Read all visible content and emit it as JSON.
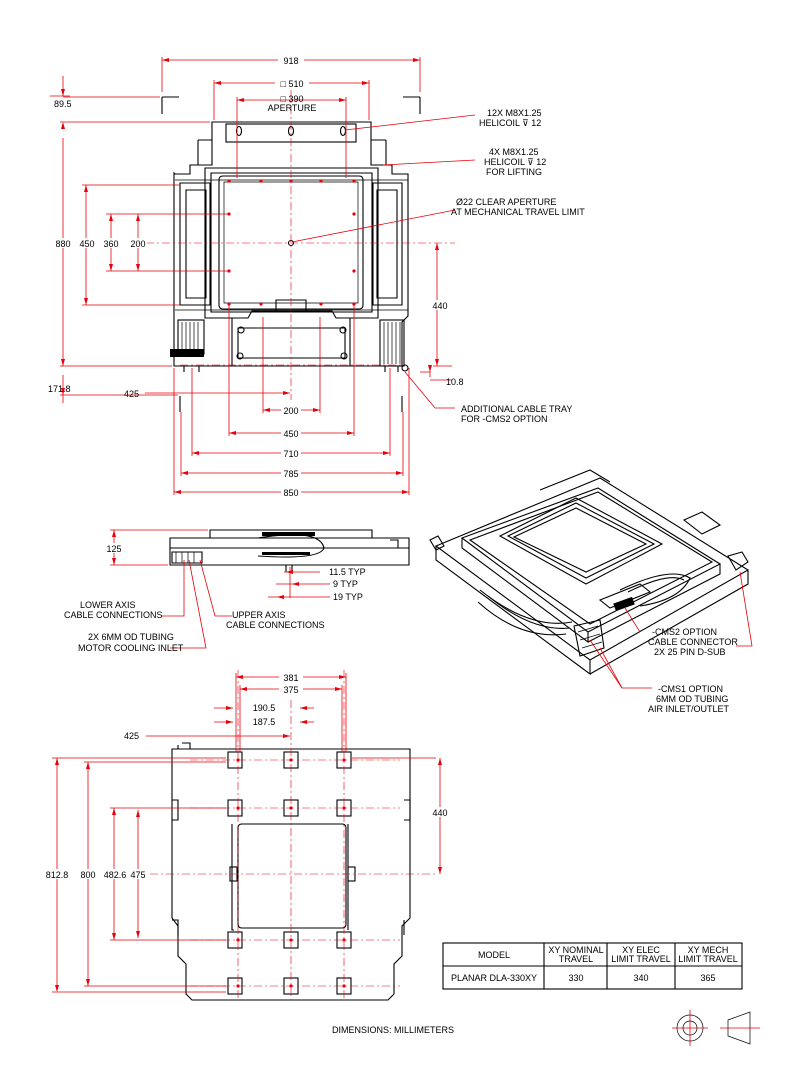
{
  "top_view": {
    "dims": {
      "overall_width": "918",
      "offset_top": "89.5",
      "table_width": "□ 510",
      "aperture_size": "□ 390",
      "aperture_label": "APERTURE",
      "height_880": "880",
      "height_450": "450",
      "height_360": "360",
      "height_200": "200",
      "right_440": "440",
      "right_10_8": "10.8",
      "bottom_171_8": "171.8",
      "left_425": "425",
      "w200": "200",
      "w450": "450",
      "w710": "710",
      "w785": "785",
      "w850": "850"
    },
    "callouts": {
      "helicoil_12x_l1": "12X M8X1.25",
      "helicoil_12x_l2": "HELICOIL ⊽ 12",
      "helicoil_4x_l1": "4X M8X1.25",
      "helicoil_4x_l2": "HELICOIL ⊽ 12",
      "helicoil_4x_l3": "FOR LIFTING",
      "clear_aperture_l1": "Ø22 CLEAR APERTURE",
      "clear_aperture_l2": "AT MECHANICAL TRAVEL LIMIT",
      "cable_tray_l1": "ADDITIONAL CABLE TRAY",
      "cable_tray_l2": "FOR -CMS2 OPTION"
    }
  },
  "side_view": {
    "dims": {
      "height_125": "125",
      "typ_11_5": "11.5 TYP",
      "typ_9": "9 TYP",
      "typ_19": "19 TYP"
    },
    "callouts": {
      "lower_axis_l1": "LOWER AXIS",
      "lower_axis_l2": "CABLE CONNECTIONS",
      "upper_axis_l1": "UPPER AXIS",
      "upper_axis_l2": "CABLE CONNECTIONS",
      "tubing_l1": "2X 6MM OD TUBING",
      "tubing_l2": "MOTOR COOLING INLET"
    }
  },
  "iso_view": {
    "callouts": {
      "cms2_l1": "-CMS2 OPTION",
      "cms2_l2": "CABLE CONNECTOR",
      "cms2_l3": "2X 25 PIN D-SUB",
      "cms1_l1": "-CMS1 OPTION",
      "cms1_l2": "6MM OD TUBING",
      "cms1_l3": "AIR INLET/OUTLET"
    }
  },
  "bottom_view": {
    "dims": {
      "w381": "381",
      "w375": "375",
      "w190_5": "190.5",
      "w187_5": "187.5",
      "left_425": "425",
      "h812_8": "812.8",
      "h800": "800",
      "h482_6": "482.6",
      "h475": "475",
      "right_440": "440"
    }
  },
  "spec_table": {
    "headers": [
      "MODEL",
      "XY NOMINAL",
      "TRAVEL",
      "XY ELEC",
      "LIMIT TRAVEL",
      "XY MECH",
      "LIMIT TRAVEL"
    ],
    "row": {
      "model": "PLANAR DLA-330XY",
      "nominal": "330",
      "elec": "340",
      "mech": "365"
    }
  },
  "footer": {
    "units": "DIMENSIONS:  MILLIMETERS"
  },
  "colors": {
    "dimension": "#e8000b",
    "outline": "#000000"
  }
}
